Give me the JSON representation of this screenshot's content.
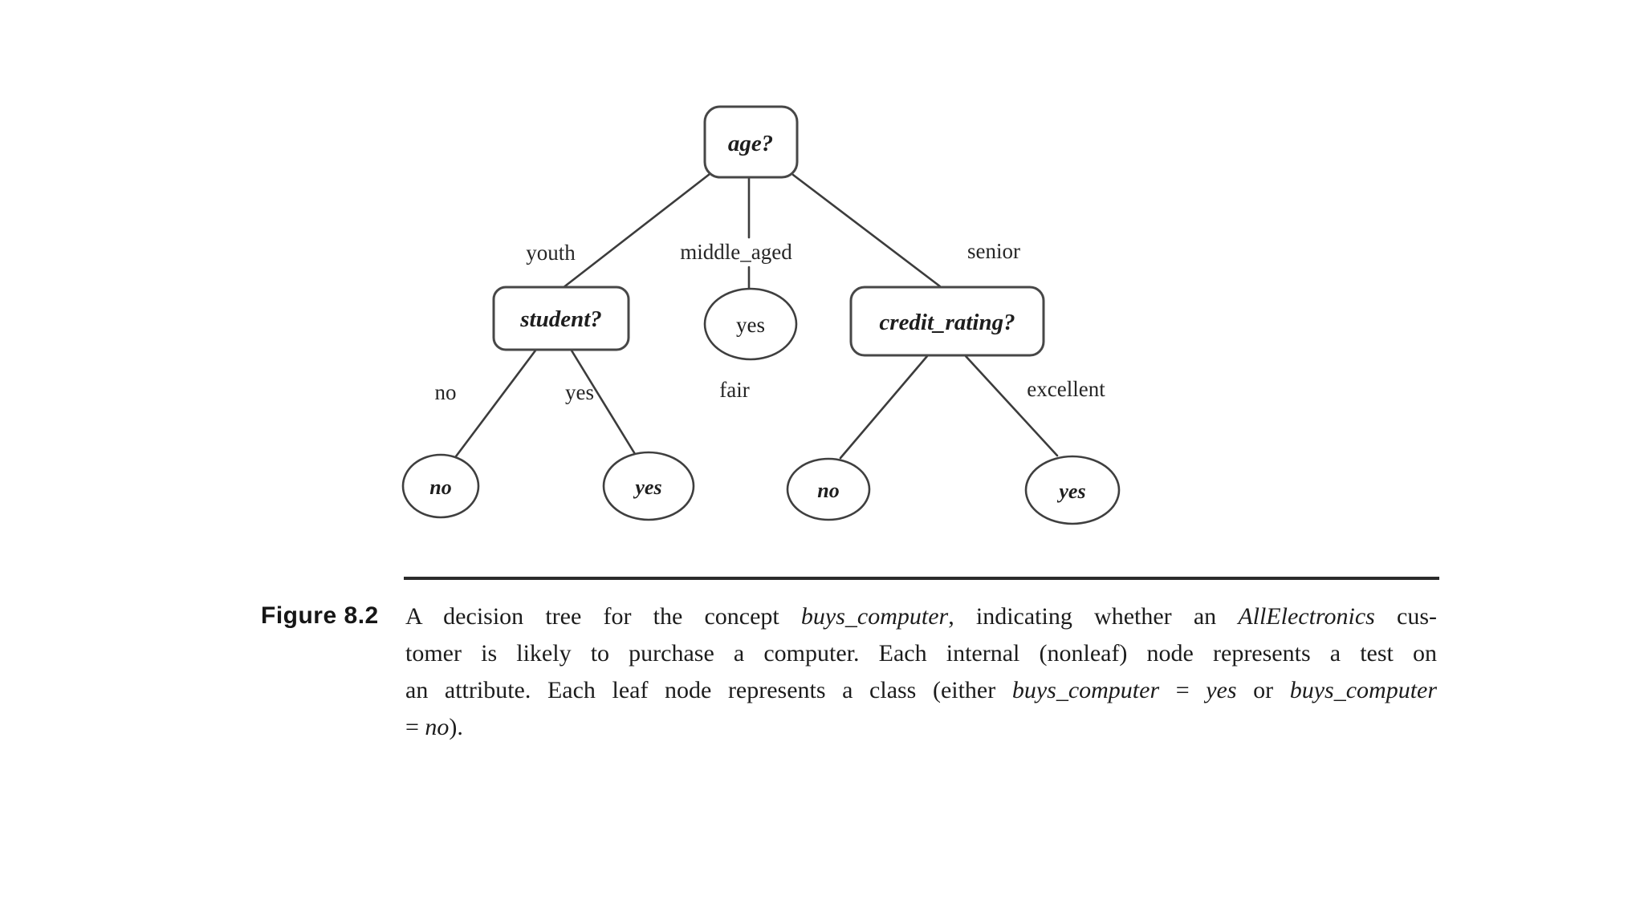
{
  "tree": {
    "nodes": [
      {
        "id": "age",
        "label": "age?",
        "type": "decision"
      },
      {
        "id": "student",
        "label": "student?",
        "type": "decision"
      },
      {
        "id": "mid-yes",
        "label": "yes",
        "type": "leaf"
      },
      {
        "id": "credit",
        "label": "credit_rating?",
        "type": "decision"
      },
      {
        "id": "leaf-no-1",
        "label": "no",
        "type": "leaf"
      },
      {
        "id": "leaf-yes-1",
        "label": "yes",
        "type": "leaf"
      },
      {
        "id": "leaf-no-2",
        "label": "no",
        "type": "leaf"
      },
      {
        "id": "leaf-yes-2",
        "label": "yes",
        "type": "leaf"
      }
    ],
    "edges": [
      {
        "from": "age",
        "to": "student",
        "label": "youth"
      },
      {
        "from": "age",
        "to": "mid-yes",
        "label": "middle_aged"
      },
      {
        "from": "age",
        "to": "credit",
        "label": "senior"
      },
      {
        "from": "student",
        "to": "leaf-no-1",
        "label": "no"
      },
      {
        "from": "student",
        "to": "leaf-yes-1",
        "label": "yes"
      },
      {
        "from": "credit",
        "to": "leaf-no-2",
        "label": "fair"
      },
      {
        "from": "credit",
        "to": "leaf-yes-2",
        "label": "excellent"
      }
    ],
    "ink_color": "#3c3c3c"
  },
  "caption": {
    "label": "Figure 8.2",
    "lines": [
      {
        "segments": [
          {
            "text": "A decision tree for the concept ",
            "italic": false
          },
          {
            "text": "buys_computer",
            "italic": true
          },
          {
            "text": ", indicating whether an ",
            "italic": false
          },
          {
            "text": "AllElectronics",
            "italic": true
          },
          {
            "text": " cus-",
            "italic": false
          }
        ]
      },
      {
        "segments": [
          {
            "text": "tomer is likely to purchase a computer. Each internal (nonleaf) node represents a test on",
            "italic": false
          }
        ]
      },
      {
        "segments": [
          {
            "text": "an attribute. Each leaf node represents a class (either ",
            "italic": false
          },
          {
            "text": "buys_computer",
            "italic": true
          },
          {
            "text": " = ",
            "italic": false
          },
          {
            "text": "yes",
            "italic": true
          },
          {
            "text": " or ",
            "italic": false
          },
          {
            "text": "buys_computer",
            "italic": true
          }
        ]
      },
      {
        "segments": [
          {
            "text": "= ",
            "italic": false
          },
          {
            "text": "no",
            "italic": true
          },
          {
            "text": ").",
            "italic": false
          }
        ]
      }
    ]
  }
}
